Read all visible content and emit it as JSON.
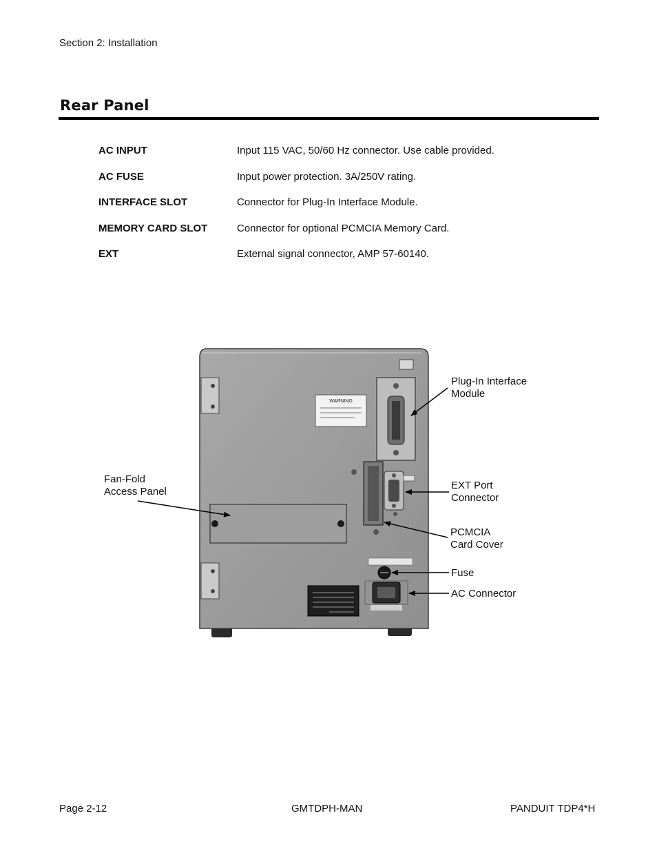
{
  "header": {
    "section": "Section 2: Installation"
  },
  "heading": {
    "title": "Rear Panel"
  },
  "specs": [
    {
      "term": "AC INPUT",
      "desc": "Input 115 VAC, 50/60 Hz connector. Use cable provided."
    },
    {
      "term": "AC FUSE",
      "desc": "Input power protection. 3A/250V rating."
    },
    {
      "term": "INTERFACE SLOT",
      "desc": "Connector for Plug-In Interface Module."
    },
    {
      "term": "MEMORY CARD SLOT",
      "desc": "Connector for optional PCMCIA Memory Card."
    },
    {
      "term": "EXT",
      "desc": "External signal connector, AMP 57-60140."
    }
  ],
  "figure": {
    "callouts": {
      "plugin": "Plug-In Interface\nModule",
      "fanfold": "Fan-Fold\nAccess Panel",
      "ext": "EXT Port\nConnector",
      "pcmcia": "PCMCIA\nCard  Cover",
      "fuse": "Fuse",
      "ac": "AC Connector"
    },
    "warning_label": "WARNING"
  },
  "footer": {
    "page": "Page 2-12",
    "doc": "GMTDPH-MAN",
    "product": "PANDUIT TDP4*H"
  }
}
